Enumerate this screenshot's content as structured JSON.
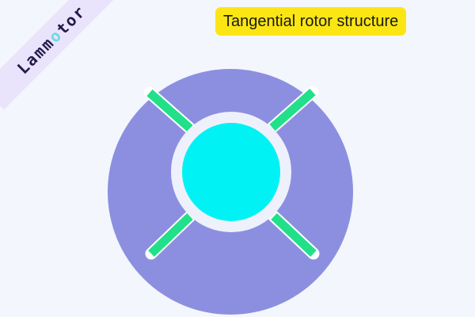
{
  "title": {
    "text": "Tangential rotor structure"
  },
  "logo": {
    "prefix": "Lamm",
    "o": "o",
    "suffix": "tor"
  },
  "diagram": {
    "colors": {
      "background": "#f3f6fc",
      "rotor": "#8c8fe0",
      "gap": "#eef1fb",
      "shaft": "#00f2f4",
      "magnet": "#22e089",
      "magnet_edge": "#ffffff",
      "title_bg": "#fbe614"
    },
    "magnet_count": 4
  }
}
